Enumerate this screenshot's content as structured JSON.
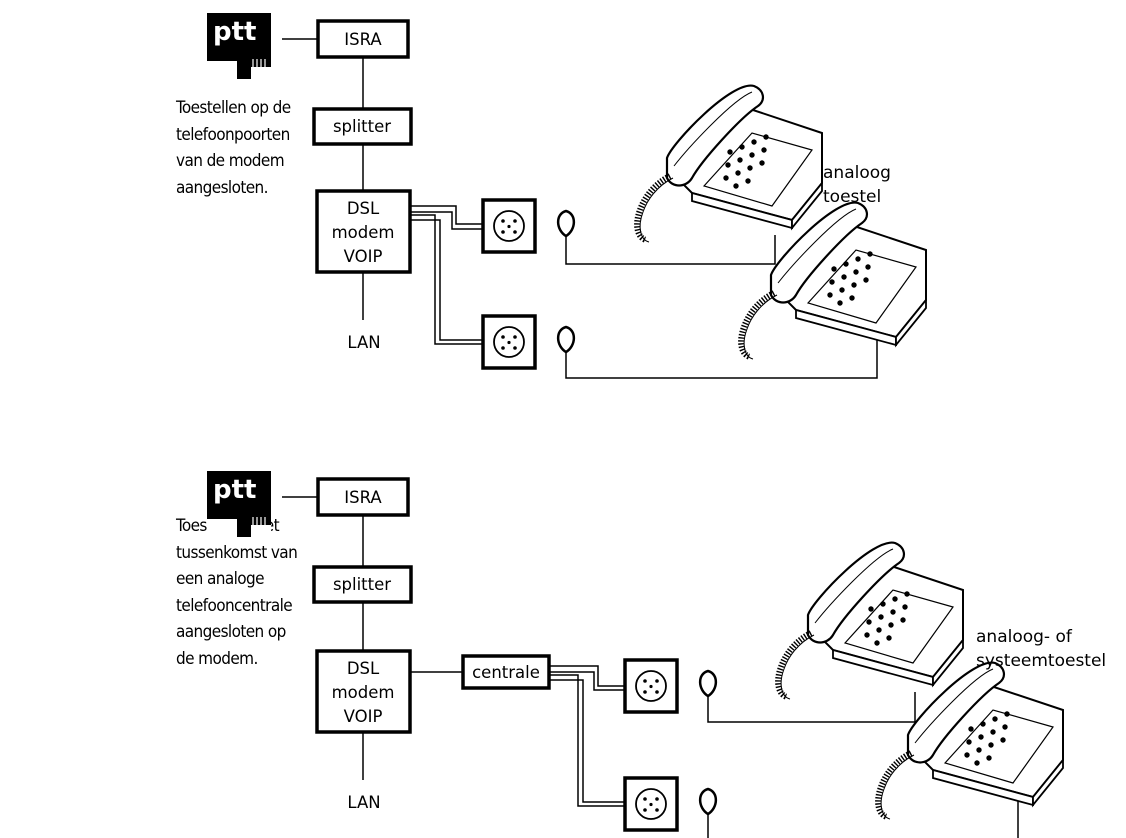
{
  "diagrams": [
    {
      "caption_lines": [
        "Toestellen op de",
        "telefoonpoorten",
        "van de modem",
        "aangesloten."
      ],
      "ptt_logo": "ptt",
      "isra": "ISRA",
      "splitter": "splitter",
      "modem_lines": [
        "DSL",
        "modem",
        "VOIP"
      ],
      "lan": "LAN",
      "phone_label_lines": [
        "analoog",
        "toestel"
      ]
    },
    {
      "caption_lines": [
        "Toestellen met",
        "tussenkomst van",
        "een analoge",
        "telefooncentrale",
        "aangesloten op",
        "de modem."
      ],
      "ptt_logo": "ptt",
      "isra": "ISRA",
      "splitter": "splitter",
      "modem_lines": [
        "DSL",
        "modem",
        "VOIP"
      ],
      "centrale": "centrale",
      "lan": "LAN",
      "phone_label_lines": [
        "analoog- of",
        "systeemtoestel"
      ]
    }
  ],
  "icons": [
    "ptt-logo-icon",
    "wall-socket-icon",
    "plug-icon",
    "telephone-icon"
  ]
}
